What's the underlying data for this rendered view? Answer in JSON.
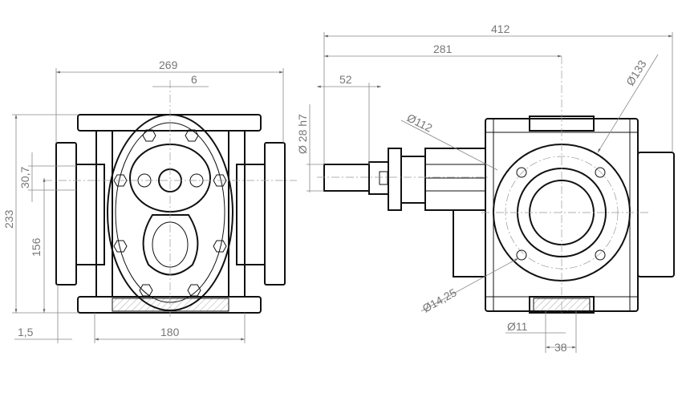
{
  "front_view": {
    "dims": {
      "overall_width": "269",
      "shaft_offset": "6",
      "overall_height": "233",
      "port_offset": "30,7",
      "port_height": "156",
      "flange_gap": "1,5",
      "base_width": "180"
    }
  },
  "side_view": {
    "dims": {
      "overall_length": "412",
      "shaft_to_center": "281",
      "shaft_length": "52",
      "shaft_diameter": "Ø 28 h7",
      "flange_diameter": "Ø112",
      "bolt_circle": "Ø133",
      "bolt_hole": "Ø14,25",
      "foot_hole": "Ø11",
      "foot_hole_spacing": "38"
    }
  }
}
